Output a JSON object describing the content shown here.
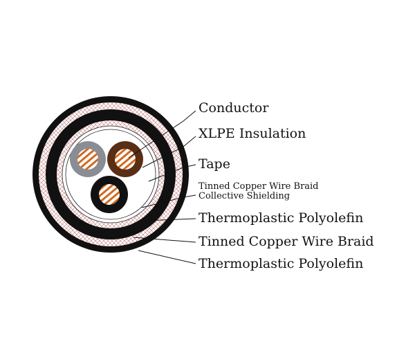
{
  "labels": {
    "conductor": "Conductor",
    "insulation": "XLPE Insulation",
    "tape": "Tape",
    "shield_line1": "Tinned Copper Wire Braid",
    "shield_line2": "Collective Shielding",
    "inner_sheath": "Thermoplastic Polyolefin",
    "braid": "Tinned Copper Wire Braid",
    "outer_sheath": "Thermoplastic Polyolefin"
  },
  "colors": {
    "sheath": "#111111",
    "braid": "#c98a8a",
    "copper": "#d2691e",
    "core_grey": "#8a8d93",
    "core_brown": "#5a2e14",
    "core_black": "#111111"
  }
}
